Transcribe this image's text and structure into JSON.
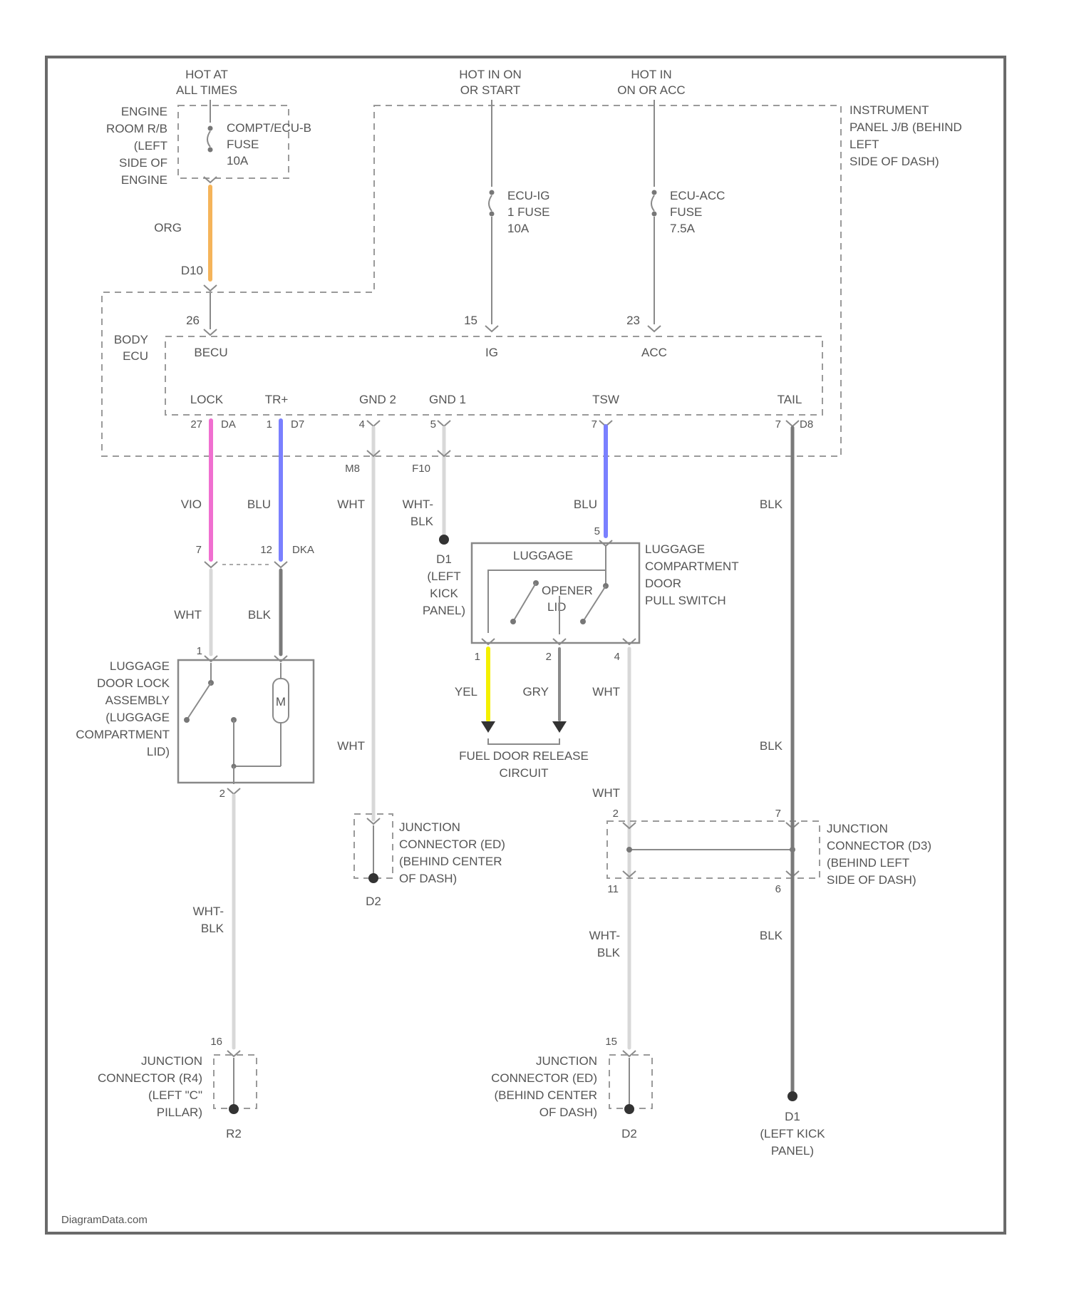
{
  "colors": {
    "ORG": "#f5b45a",
    "VIO": "#f06fd0",
    "BLU": "#7a80ff",
    "YEL": "#f4f000",
    "WHT": "#d8d8d8",
    "BLK": "#7a7a7a",
    "GRY": "#9a9a9a",
    "frame": "#6a6a6a"
  },
  "power_sources": {
    "hot_at_all_times": [
      "HOT AT",
      "ALL TIMES"
    ],
    "hot_in_on_or_start": [
      "HOT IN ON",
      "OR START"
    ],
    "hot_in_on_or_acc": [
      "HOT IN",
      "ON OR ACC"
    ]
  },
  "engine_room_rb": [
    "ENGINE",
    "ROOM R/B",
    "(LEFT",
    "SIDE OF",
    "ENGINE"
  ],
  "fuses": {
    "compt_ecu": [
      "COMPT/ECU-B",
      "FUSE",
      "10A"
    ],
    "ecu_ig": [
      "ECU-IG",
      "1 FUSE",
      "10A"
    ],
    "ecu_acc": [
      "ECU-ACC",
      "FUSE",
      "7.5A"
    ]
  },
  "instrument_panel_jb": [
    "INSTRUMENT",
    "PANEL J/B (BEHIND",
    "LEFT",
    "SIDE OF DASH)"
  ],
  "body_ecu": [
    "BODY",
    "ECU"
  ],
  "ecu_pins": {
    "becu": "BECU",
    "ig": "IG",
    "acc": "ACC",
    "lock": "LOCK",
    "tr_plus": "TR+",
    "gnd2": "GND 2",
    "gnd1": "GND 1",
    "tsw": "TSW",
    "tail": "TAIL"
  },
  "connector_ids": {
    "d10": "D10",
    "c26_top": "26",
    "ig_pin": "15",
    "acc_pin": "23",
    "lock_pin": "27",
    "lock_conn": "DA",
    "tr_pin": "1",
    "tr_conn": "D7",
    "gnd2_pin": "4",
    "gnd1_pin": "5",
    "tsw_pin": "7",
    "tail_pin": "7",
    "tail_conn": "D8",
    "gnd2_wire_id": "M8",
    "gnd1_wire_id": "F10",
    "v_pin": "7",
    "b_pin": "12",
    "dk_conn": "DKA",
    "lock_assy_pin1": "1",
    "lock_assy_pin2": "2",
    "switch_pin5": "5",
    "switch_pin1": "1",
    "switch_pin2": "2",
    "switch_pin4": "4",
    "jc_left_pin": "2",
    "jc_right_top": "7",
    "jc_right_mid": "11",
    "jc_right_bot": "6",
    "bottom_left_pin": "16",
    "bottom_mid_pin": "15"
  },
  "wire_labels": {
    "org": "ORG",
    "vio": "VIO",
    "blu": "BLU",
    "wht": "WHT",
    "wht_blk": [
      "WHT-",
      "BLK"
    ],
    "blk": "BLK",
    "yel": "YEL",
    "gry": "GRY"
  },
  "grounds": {
    "d1_mid": [
      "D1",
      "(LEFT",
      "KICK",
      "PANEL)"
    ],
    "d2": "D2",
    "d2_bottom": "D2",
    "r2": "R2",
    "d1_bottom": [
      "D1",
      "(LEFT KICK",
      "PANEL)"
    ]
  },
  "components": {
    "luggage_switch": [
      "LUGGAGE",
      "COMPARTMENT",
      "DOOR",
      "PULL SWITCH"
    ],
    "switch_inner": "LUGGAGE",
    "switch_opener": [
      "OPENER",
      "LID"
    ],
    "lock_assembly": [
      "LUGGAGE",
      "DOOR LOCK",
      "ASSEMBLY",
      "(LUGGAGE",
      "COMPARTMENT",
      "LID)"
    ],
    "motor": "M",
    "fuel_door": [
      "FUEL DOOR RELEASE",
      "CIRCUIT"
    ],
    "junction_ed_upper": [
      "JUNCTION",
      "CONNECTOR (ED)",
      "(BEHIND CENTER",
      "OF DASH)"
    ],
    "junction_d3": [
      "JUNCTION",
      "CONNECTOR (D3)",
      "(BEHIND LEFT",
      "SIDE OF DASH)"
    ],
    "junction_r4": [
      "JUNCTION",
      "CONNECTOR (R4)",
      "(LEFT \"C\"",
      "PILLAR)"
    ],
    "junction_ed_lower": [
      "JUNCTION",
      "CONNECTOR (ED)",
      "(BEHIND CENTER",
      "OF DASH)"
    ]
  },
  "watermark": "DiagramData.com"
}
